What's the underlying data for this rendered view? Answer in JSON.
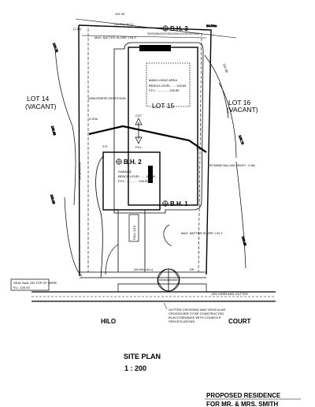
{
  "drawing": {
    "title": "SITE PLAN",
    "scale": "1 : 200",
    "project_line1": "PROPOSED RESIDENCE",
    "project_line2": "FOR MR. & MRS. SMITH"
  },
  "lots": {
    "lot14": [
      "LOT 14",
      "(VACANT)"
    ],
    "lot15": "LOT 15",
    "lot16": [
      "LOT 16",
      "(VACANT)"
    ]
  },
  "boreholes": {
    "bh1": "B.H. 1",
    "bh2": "B.H. 2",
    "bh3": "B.H. 3"
  },
  "streets": {
    "left": "HILO",
    "right": "COURT"
  },
  "dimensions": {
    "top": "101.00",
    "top_right": "101.90",
    "left_upper": "100.75",
    "left_mid": "100.55",
    "left_lower": "100.05",
    "right_mid": "100.70",
    "right_lower": "100.25",
    "lot_width_top": "(16.00m.ALL)",
    "lot_width_bottom": "(16.00m.ALL)",
    "setback_top": "(1.50)",
    "depth": "33.50m",
    "garage_offset": "4.20m"
  },
  "notes": {
    "form_spoondrain": "FORM SPOONDRAIN AT EDGE OF FABRIC AS SHOWN, FALL IN DIRECTION OF ARROWS",
    "batter_top": "MAX. BATTER SLOPE 1 IN 2",
    "main_living": "MAIN LIVING AREA",
    "bench_main": "BENCH LEVEL ..... 100.85",
    "ffl_main": "F.F.L. ............. 100.85",
    "perimeter": "1000MM PERIMETER CONCRETE PAVING",
    "garage": "GARAGE",
    "bench_garage": "BENCH LEVEL ..... 100.50",
    "ffl_garage": "F.F.L. ............. 100.50",
    "retaining_wall": "RETAINING WALL MAX. HEIGHT ...0.45m",
    "fall_arrow": "FALL 1/14",
    "batter_bottom": "MAX. BATTER SLOPE 1 IN 2",
    "cut": "CUT",
    "fill": "FILL",
    "easement": "EASEMENT",
    "seal_nail": "SEAL NAIL ON TOP OF KERB",
    "seal_rl": "R.L. 100.00",
    "gutter_note": "GUTTER CROSSING AND VEHICULAR CROSSOVER TO BE CONSTRUCTED IN ACCORDANCE WITH COUNCILS SPECIFICATIONS.",
    "kerb": "15% KERB AND GUTTER",
    "dp": "DP",
    "sp": "S.P.",
    "sp2": "S.P."
  }
}
